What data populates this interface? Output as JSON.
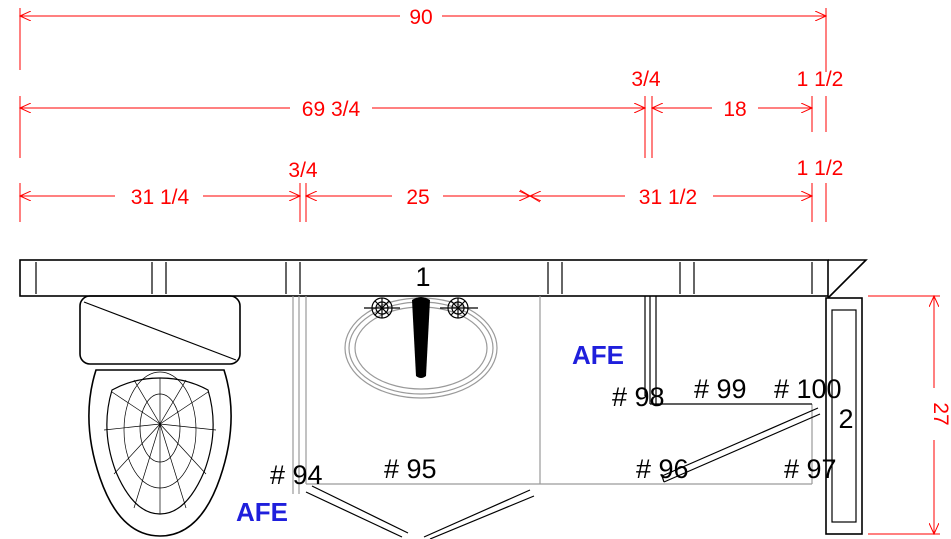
{
  "dimensions": {
    "overall": "90",
    "sub_overall": "69 3/4",
    "gap_top": "3/4",
    "right_span": "18",
    "edge_top": "1 1/2",
    "left_span": "31 1/4",
    "gap_left": "3/4",
    "center_span": "25",
    "right_lower_span": "31 1/2",
    "edge_lower": "1 1/2",
    "depth": "27"
  },
  "labels": {
    "item_1": "1",
    "item_2": "2",
    "tag_94": "# 94",
    "tag_95": "# 95",
    "tag_96": "# 96",
    "tag_97": "# 97",
    "tag_98": "# 98",
    "tag_99": "# 99",
    "tag_100": "# 100",
    "afe_upper": "AFE",
    "afe_lower": "AFE"
  },
  "colors": {
    "dimension": "#ff0000",
    "afe": "#1f1fdc",
    "linework": "#000000"
  }
}
